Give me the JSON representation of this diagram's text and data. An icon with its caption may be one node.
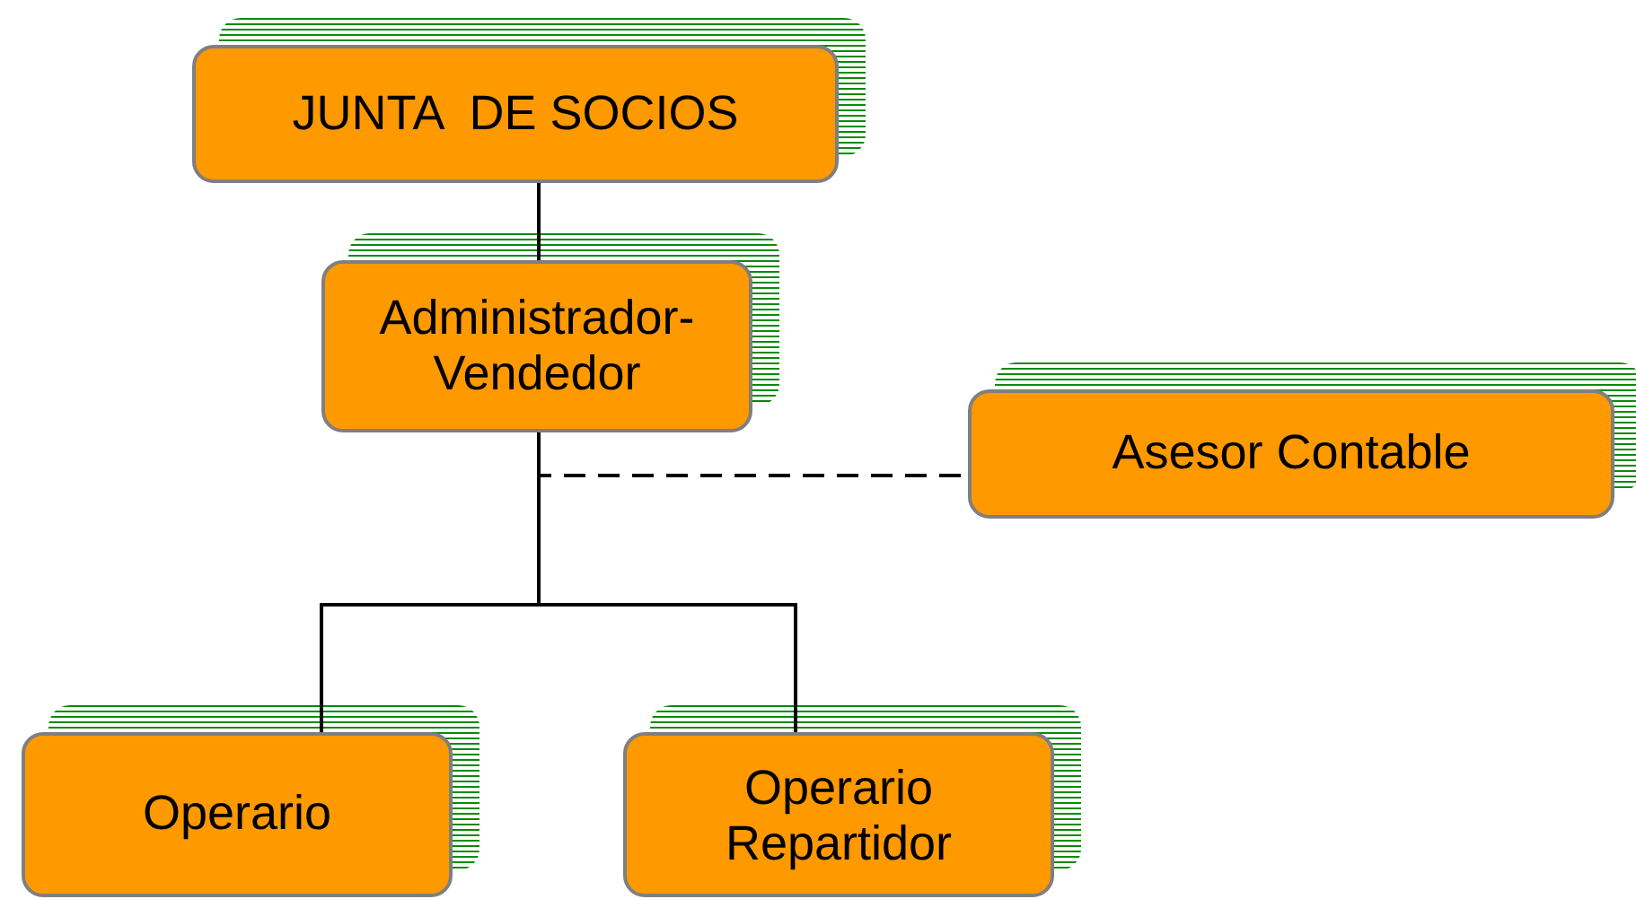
{
  "diagram": {
    "nodes": [
      {
        "text": [
          "JUNTA  DE SOCIOS"
        ]
      },
      {
        "text": [
          "Administrador- Vendedor"
        ]
      },
      {
        "text": [
          "Asesor Contable"
        ]
      },
      {
        "text": [
          "Operario"
        ]
      },
      {
        "text": [
          "Operario Repartidor"
        ]
      }
    ],
    "edges": [
      {
        "from": 0,
        "to": 1,
        "arrow": "none"
      },
      {
        "from": 1,
        "to": 2,
        "arrow": "none",
        "style": "dashed"
      },
      {
        "from": 1,
        "to": 3,
        "arrow": "none"
      },
      {
        "from": 1,
        "to": 4,
        "arrow": "none"
      }
    ]
  }
}
